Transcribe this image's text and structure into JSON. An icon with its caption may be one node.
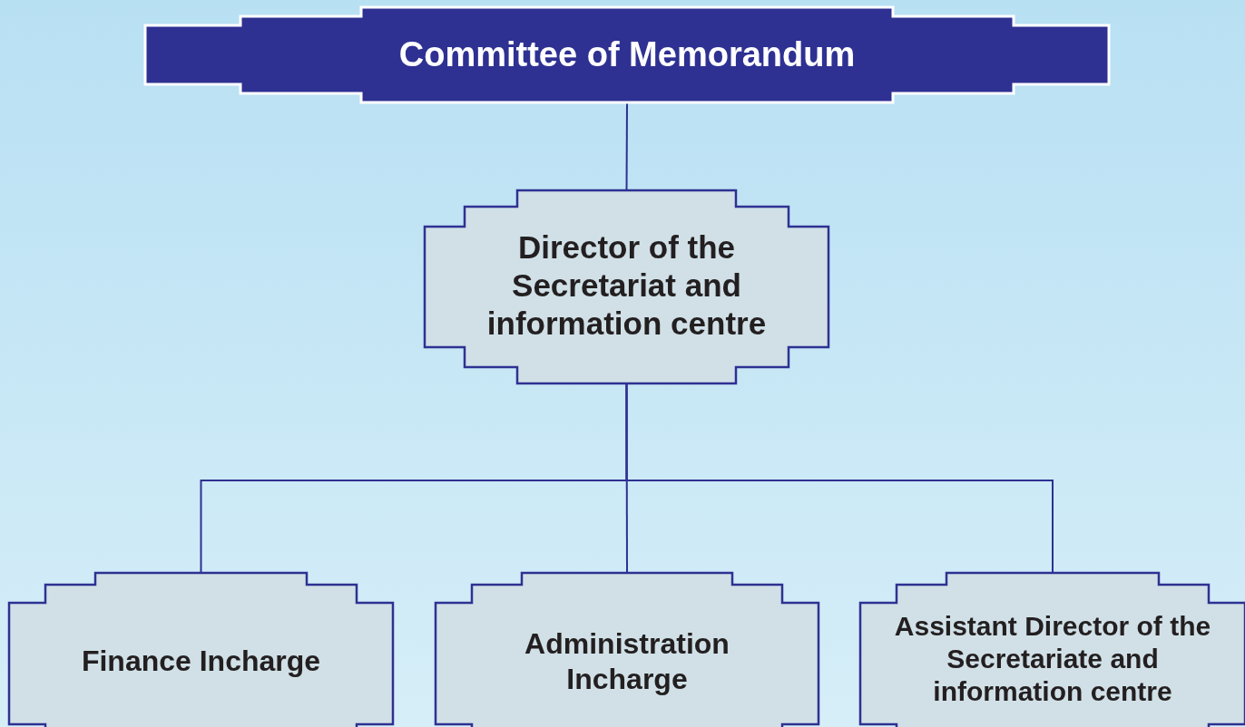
{
  "diagram": {
    "nodes": [
      {
        "text": [
          "Committee of Memorandum"
        ]
      },
      {
        "text": [
          "Director of the Secretariat and information centre"
        ]
      },
      {
        "text": [
          "Finance Incharge"
        ]
      },
      {
        "text": [
          "Administration Incharge"
        ]
      },
      {
        "text": [
          "Assistant Director of the Secretariate and information centre"
        ]
      }
    ],
    "edges": [
      {
        "from": 0,
        "to": 1,
        "arrow": "none"
      },
      {
        "from": 1,
        "to": 2,
        "arrow": "none"
      },
      {
        "from": 1,
        "to": 3,
        "arrow": "none"
      },
      {
        "from": 1,
        "to": 4,
        "arrow": "none"
      }
    ]
  }
}
